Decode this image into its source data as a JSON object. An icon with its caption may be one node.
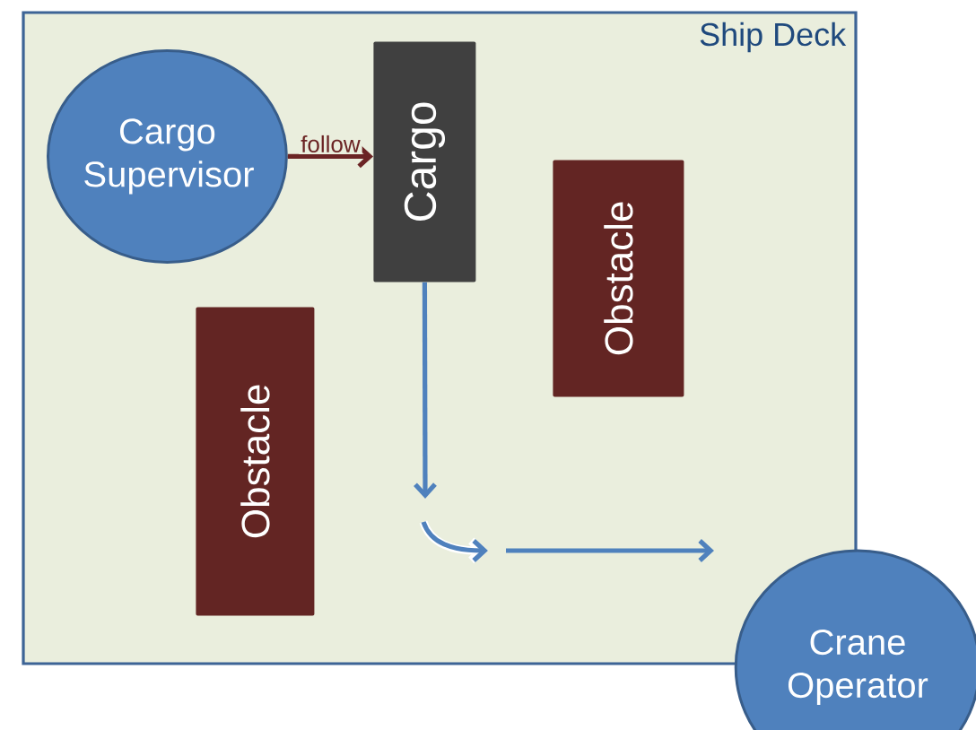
{
  "diagram": {
    "nodes": [
      {
        "text": [
          "Ship Deck"
        ]
      },
      {
        "text": [
          "Cargo Supervisor"
        ],
        "in": 0
      },
      {
        "text": [
          "Cargo"
        ],
        "in": 0
      },
      {
        "text": [
          "Obstacle"
        ],
        "in": 0
      },
      {
        "text": [
          "Obstacle"
        ],
        "in": 0
      },
      {
        "text": [
          "Crane Operator"
        ]
      }
    ],
    "edges": [
      {
        "from": 1,
        "to": 2,
        "arrow": "to",
        "label": "follow",
        "color": "#6b2424"
      },
      {
        "from": 2,
        "to": null,
        "arrow": "to",
        "color": "#4f81bd"
      }
    ]
  }
}
